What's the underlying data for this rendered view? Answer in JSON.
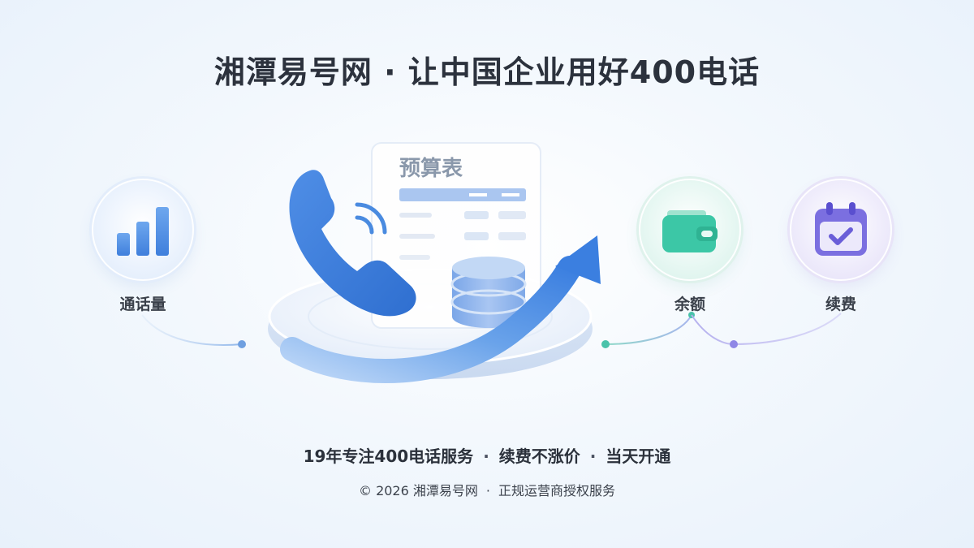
{
  "headline": "湘潭易号网 · 让中国企业用好400电话",
  "features": {
    "call_volume": {
      "label": "通话量",
      "icon": "bar-chart-icon"
    },
    "balance": {
      "label": "余额",
      "icon": "wallet-icon"
    },
    "renewal": {
      "label": "续费",
      "icon": "calendar-check-icon"
    }
  },
  "illustration": {
    "sheet_title": "预算表",
    "icons": [
      "phone-handset-icon",
      "signal-waves-icon",
      "database-stack-icon",
      "growth-arrow-icon"
    ]
  },
  "tagline": {
    "part1": "19年专注400电话服务",
    "part2": "续费不涨价",
    "part3": "当天开通",
    "separator": "·"
  },
  "footer": {
    "copyright": "© 2026 湘潭易号网",
    "separator": "·",
    "note": "正规运营商授权服务"
  },
  "colors": {
    "blue": "#4a8be0",
    "green": "#3cc7a6",
    "purple": "#7b6fe0",
    "headline": "#2c323d"
  }
}
